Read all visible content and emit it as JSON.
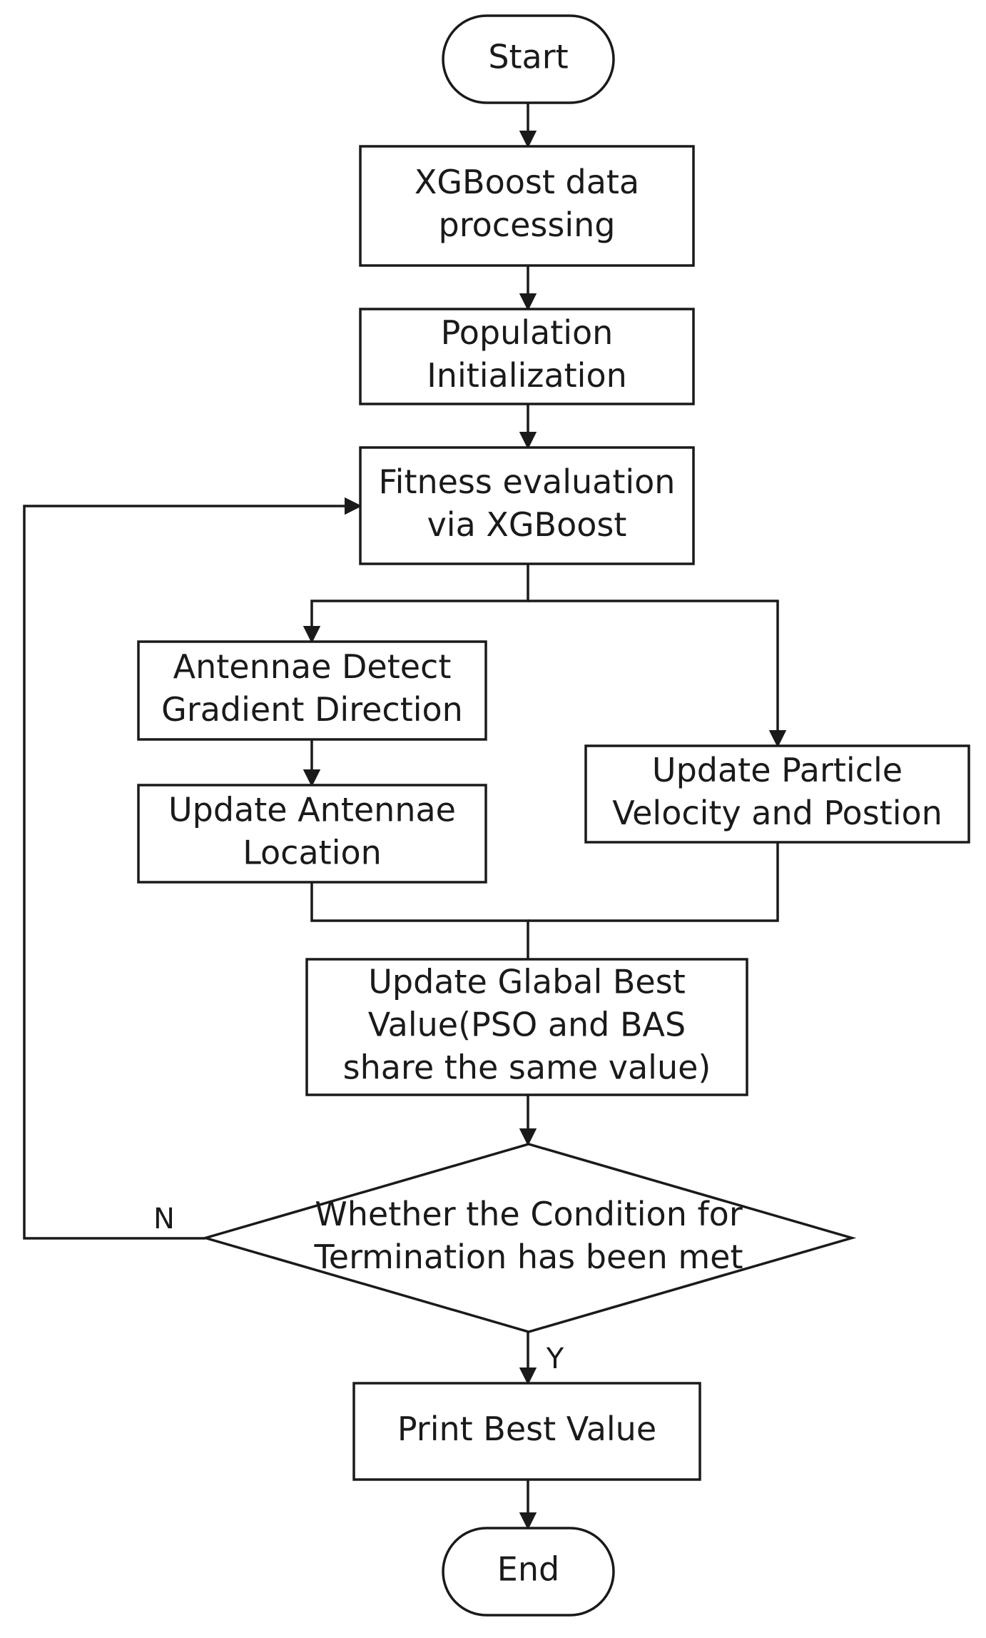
{
  "nodes": {
    "start": {
      "shape": "terminator",
      "lines": [
        "Start"
      ]
    },
    "xgboost_processing": {
      "shape": "process",
      "lines": [
        "XGBoost data",
        "processing"
      ]
    },
    "population_init": {
      "shape": "process",
      "lines": [
        "Population",
        "Initialization"
      ]
    },
    "fitness_eval": {
      "shape": "process",
      "lines": [
        "Fitness evaluation",
        "via XGBoost"
      ]
    },
    "antennae_detect": {
      "shape": "process",
      "lines": [
        "Antennae Detect",
        "Gradient Direction"
      ]
    },
    "update_antennae": {
      "shape": "process",
      "lines": [
        "Update Antennae",
        "Location"
      ]
    },
    "update_particle": {
      "shape": "process",
      "lines": [
        "Update Particle",
        "Velocity and Postion"
      ]
    },
    "update_global": {
      "shape": "process",
      "lines": [
        "Update Glabal Best",
        "Value(PSO and BAS",
        "share the same value)"
      ]
    },
    "termination_check": {
      "shape": "decision",
      "lines": [
        "Whether the Condition for",
        "Termination has been met"
      ]
    },
    "print_best": {
      "shape": "process",
      "lines": [
        "Print Best Value"
      ]
    },
    "end": {
      "shape": "terminator",
      "lines": [
        "End"
      ]
    }
  },
  "edges": [
    {
      "from": "start",
      "to": "xgboost_processing",
      "label": ""
    },
    {
      "from": "xgboost_processing",
      "to": "population_init",
      "label": ""
    },
    {
      "from": "population_init",
      "to": "fitness_eval",
      "label": ""
    },
    {
      "from": "fitness_eval",
      "to": "antennae_detect",
      "label": ""
    },
    {
      "from": "fitness_eval",
      "to": "update_particle",
      "label": ""
    },
    {
      "from": "antennae_detect",
      "to": "update_antennae",
      "label": ""
    },
    {
      "from": "update_antennae",
      "to": "update_global",
      "label": ""
    },
    {
      "from": "update_particle",
      "to": "update_global",
      "label": ""
    },
    {
      "from": "update_global",
      "to": "termination_check",
      "label": ""
    },
    {
      "from": "termination_check",
      "to": "fitness_eval",
      "label": "N"
    },
    {
      "from": "termination_check",
      "to": "print_best",
      "label": "Y"
    },
    {
      "from": "print_best",
      "to": "end",
      "label": ""
    }
  ],
  "colors": {
    "stroke": "#1a1a1a",
    "fill": "#ffffff",
    "text": "#1a1a1a"
  }
}
